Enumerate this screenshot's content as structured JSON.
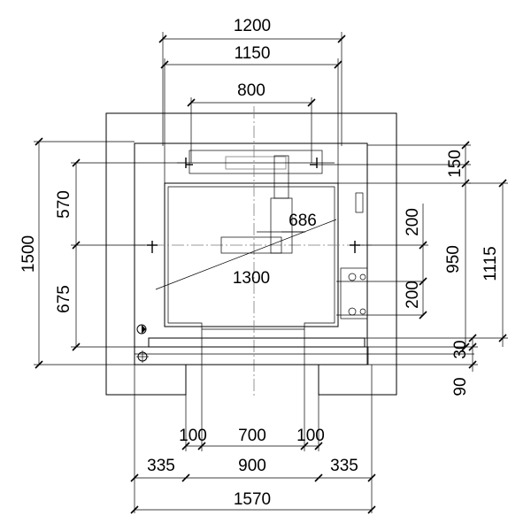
{
  "dimensions": {
    "top": {
      "shaft_width": "1200",
      "car_width_outer": "1150",
      "door_width_top": "800"
    },
    "bottom": {
      "jamb_left": "100",
      "clear_opening": "700",
      "jamb_right": "100",
      "wall_left": "335",
      "door_width_bottom": "900",
      "wall_right": "335",
      "overall_width": "1570"
    },
    "left": {
      "overall_depth": "1500",
      "upper_segment": "570",
      "lower_segment": "675"
    },
    "right": {
      "gap_top": "150",
      "bracket_upper": "200",
      "bracket_lower": "200",
      "car_depth": "950",
      "shaft_depth": "1115",
      "gap_sill": "30",
      "sill_depth": "90"
    },
    "interior": {
      "mid_dim": "686",
      "car_dim": "1300"
    }
  }
}
